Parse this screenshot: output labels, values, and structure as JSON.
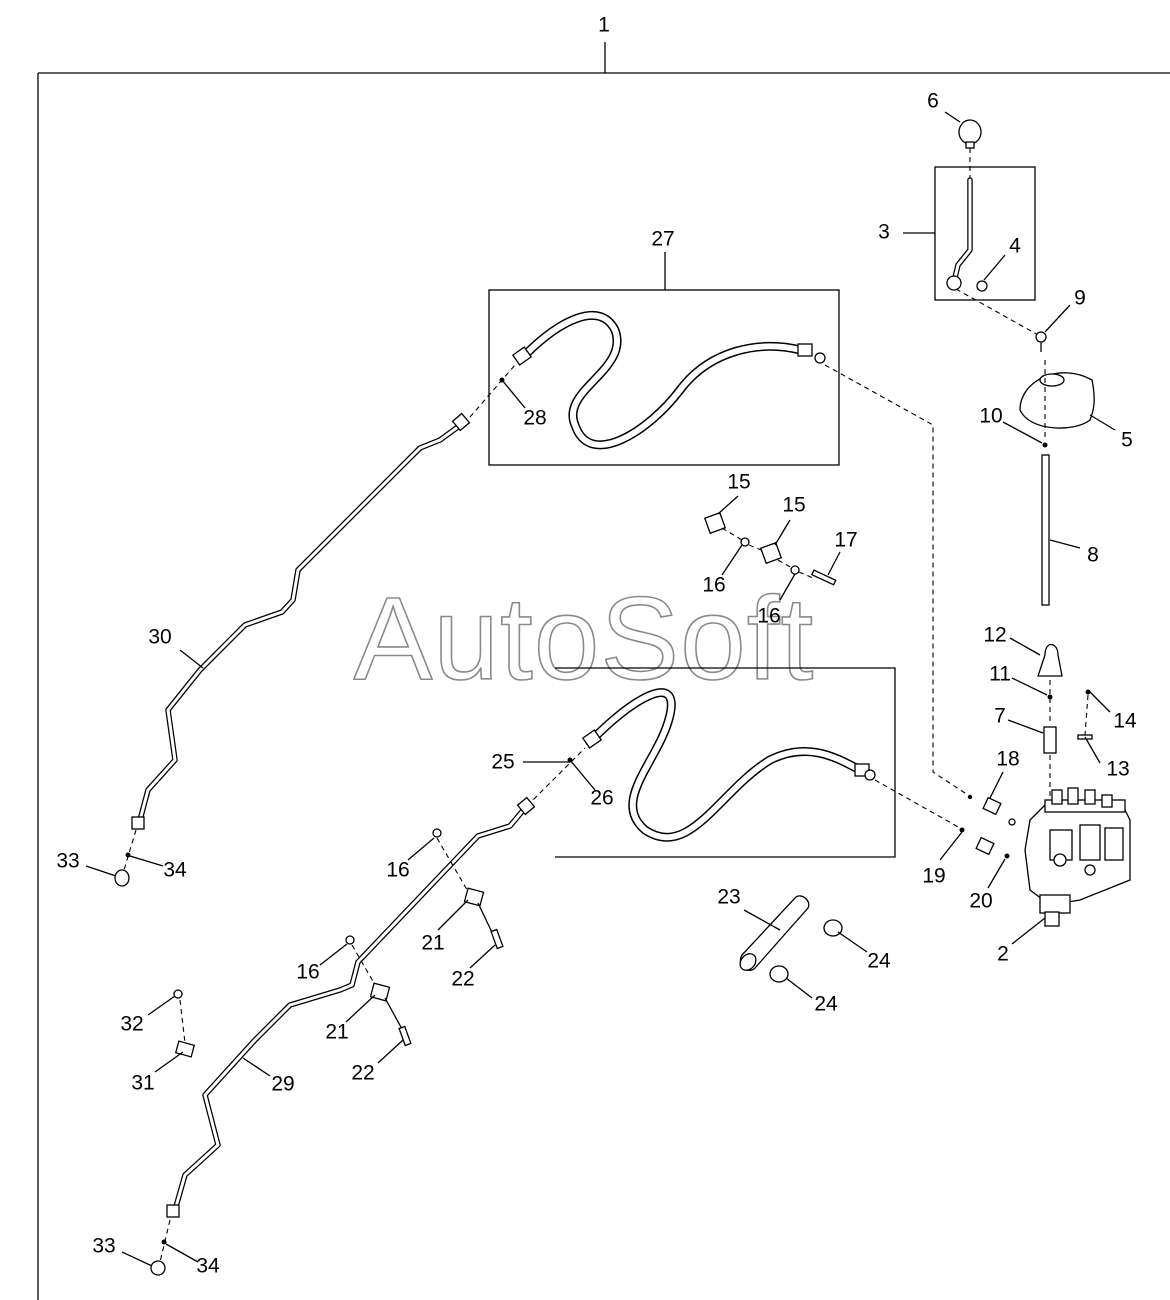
{
  "watermark": "AutoSoft",
  "callouts": {
    "c1": "1",
    "c2": "2",
    "c3": "3",
    "c4": "4",
    "c5": "5",
    "c6": "6",
    "c7": "7",
    "c8": "8",
    "c9": "9",
    "c10": "10",
    "c11": "11",
    "c12": "12",
    "c13": "13",
    "c14": "14",
    "c15a": "15",
    "c15b": "15",
    "c16a": "16",
    "c16b": "16",
    "c16c": "16",
    "c16d": "16",
    "c17": "17",
    "c18": "18",
    "c19": "19",
    "c20": "20",
    "c21a": "21",
    "c21b": "21",
    "c22a": "22",
    "c22b": "22",
    "c23": "23",
    "c24a": "24",
    "c24b": "24",
    "c25": "25",
    "c26": "26",
    "c27": "27",
    "c28": "28",
    "c29": "29",
    "c30": "30",
    "c31": "31",
    "c32": "32",
    "c33a": "33",
    "c33b": "33",
    "c34a": "34",
    "c34b": "34"
  }
}
